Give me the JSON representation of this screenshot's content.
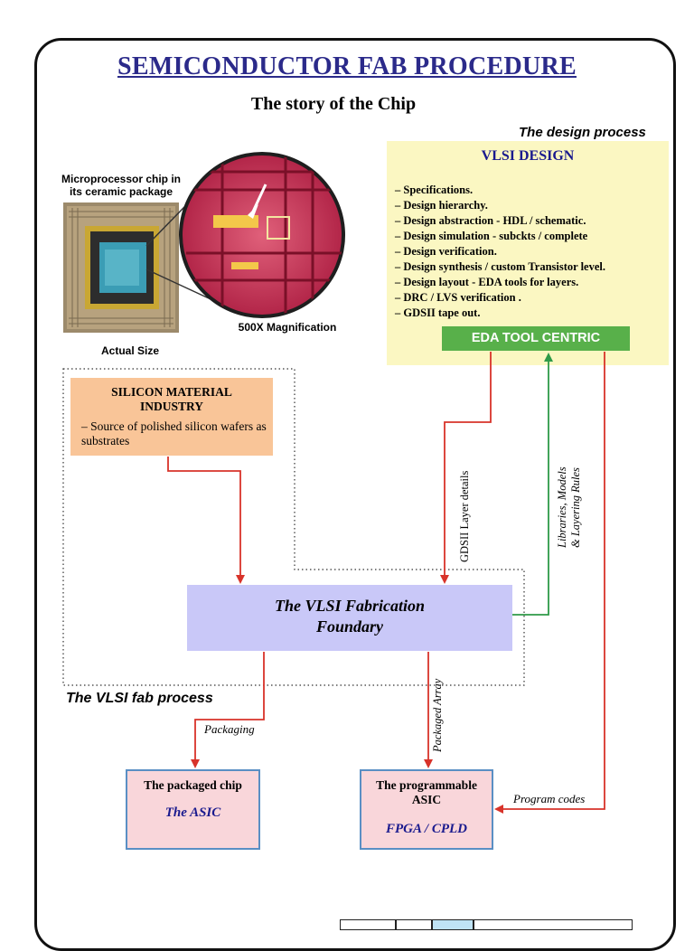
{
  "page": {
    "title": "SEMICONDUCTOR FAB PROCEDURE",
    "subtitle": "The story of the Chip"
  },
  "labels": {
    "design_process": "The design process",
    "fab_process": "The VLSI fab process"
  },
  "photo": {
    "chip_caption": "Microprocessor chip in its ceramic package",
    "chip_caption_line1": "Microprocessor chip in",
    "chip_caption_line2": "its ceramic package",
    "magnification": "500X Magnification",
    "actual_size": "Actual Size"
  },
  "vlsi_design": {
    "heading": "VLSI DESIGN",
    "items": [
      "– Specifications.",
      "– Design hierarchy.",
      "– Design abstraction - HDL / schematic.",
      "– Design simulation - subckts / complete",
      "– Design verification.",
      "– Design synthesis / custom Transistor level.",
      "– Design layout - EDA tools for layers.",
      "– DRC / LVS verification .",
      "– GDSII tape out."
    ],
    "eda": "EDA TOOL CENTRIC"
  },
  "silicon": {
    "heading_line1": "SILICON MATERIAL",
    "heading_line2": "INDUSTRY",
    "body": "– Source of polished silicon wafers as substrates"
  },
  "foundry": {
    "line1": "The VLSI Fabrication",
    "line2": "Foundary"
  },
  "arrows": {
    "gdsii": "GDSII Layer details",
    "libraries_line1": "Libraries, Models",
    "libraries_line2": "& Layering Rules",
    "packaging": "Packaging",
    "packaged_array": "Packaged Array",
    "program_codes": "Program codes"
  },
  "outputs": {
    "packaged_head": "The packaged chip",
    "packaged_name": "The ASIC",
    "programmable_head_line1": "The programmable",
    "programmable_head_line2": "ASIC",
    "programmable_name": "FPGA / CPLD"
  },
  "colors": {
    "title": "#2b2a8a",
    "vlsi_box": "#fbf7c2",
    "eda_box": "#58b04a",
    "silicon_box": "#f9c598",
    "foundry_box": "#c9c8f8",
    "output_box": "#f9d6da",
    "output_border": "#5a8fc4",
    "red_arrow": "#d8332a",
    "green_arrow": "#2e9a48"
  }
}
